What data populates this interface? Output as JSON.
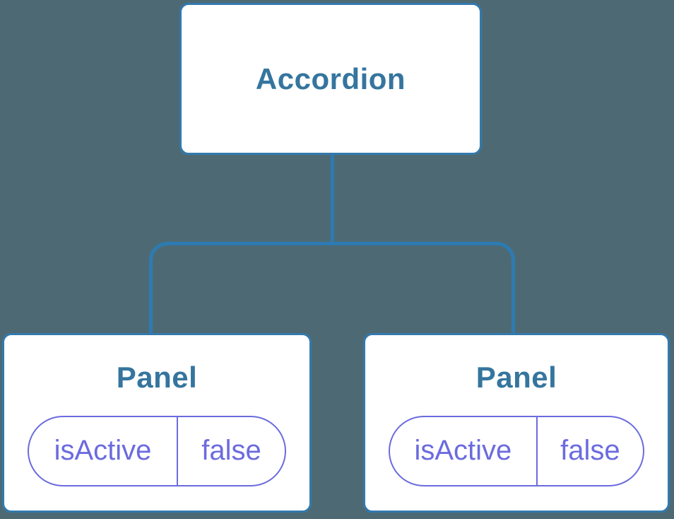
{
  "colors": {
    "background": "#4d6a74",
    "connector": "#2d7bb2",
    "node-border": "#3379ad",
    "node-bg": "#ffffff",
    "node-title": "#35759e",
    "state": "#6b6bdf"
  },
  "diagram": {
    "type": "component-tree",
    "root": {
      "label": "Accordion"
    },
    "children": [
      {
        "label": "Panel",
        "state": {
          "key": "isActive",
          "value": "false"
        }
      },
      {
        "label": "Panel",
        "state": {
          "key": "isActive",
          "value": "false"
        }
      }
    ]
  }
}
